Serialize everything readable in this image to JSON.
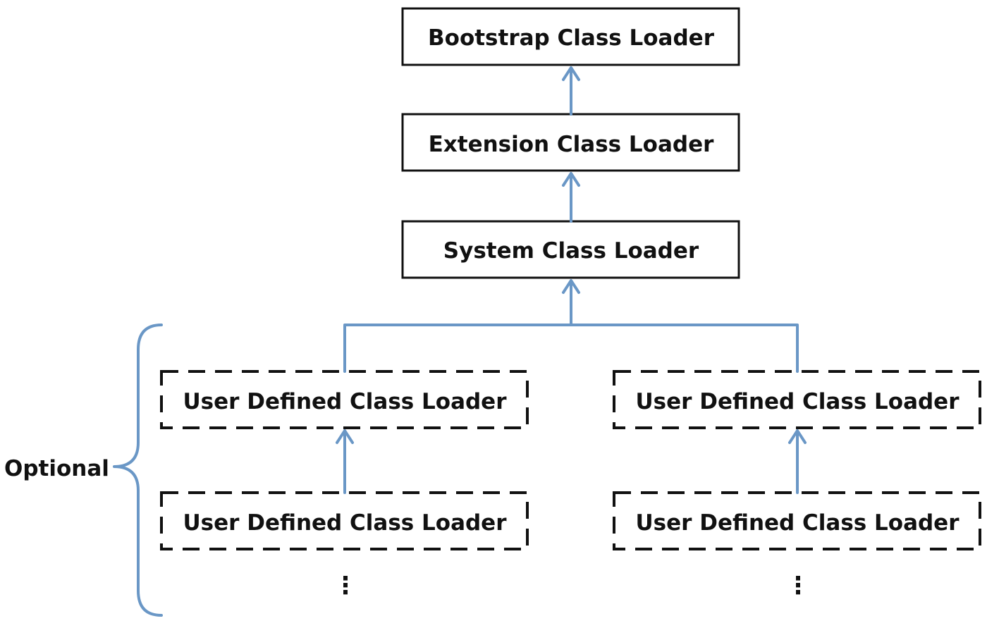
{
  "colors": {
    "arrow": "#6A97C6",
    "box_border": "#111111",
    "text": "#111111"
  },
  "boxes": {
    "bootstrap": "Bootstrap Class Loader",
    "extension": "Extension Class Loader",
    "system": "System Class Loader",
    "user_left_top": "User Defined Class Loader",
    "user_left_bottom": "User Defined Class Loader",
    "user_right_top": "User Defined Class Loader",
    "user_right_bottom": "User Defined Class Loader"
  },
  "optional_label": "Optional",
  "continuation_left": "⋮",
  "continuation_right": "⋮"
}
